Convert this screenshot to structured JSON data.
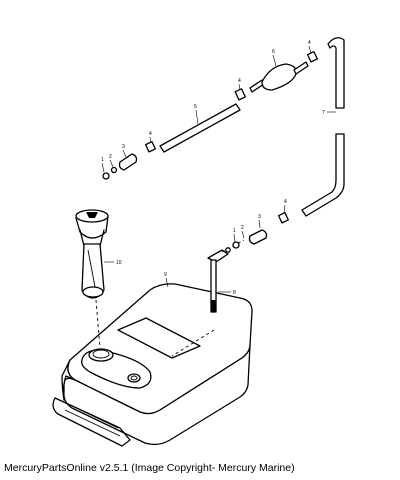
{
  "caption": "MercuryPartsOnline v2.5.1 (Image Copyright- Mercury Marine)",
  "callouts": {
    "c1a": "1",
    "c2a": "2",
    "c3a": "3",
    "c4a": "4",
    "c5": "5",
    "c4b": "4",
    "c6": "6",
    "c4c": "4",
    "c7": "7",
    "c1b": "1",
    "c2b": "2",
    "c3b": "3",
    "c4d": "4",
    "c8": "8",
    "c9": "9",
    "c10": "10"
  }
}
